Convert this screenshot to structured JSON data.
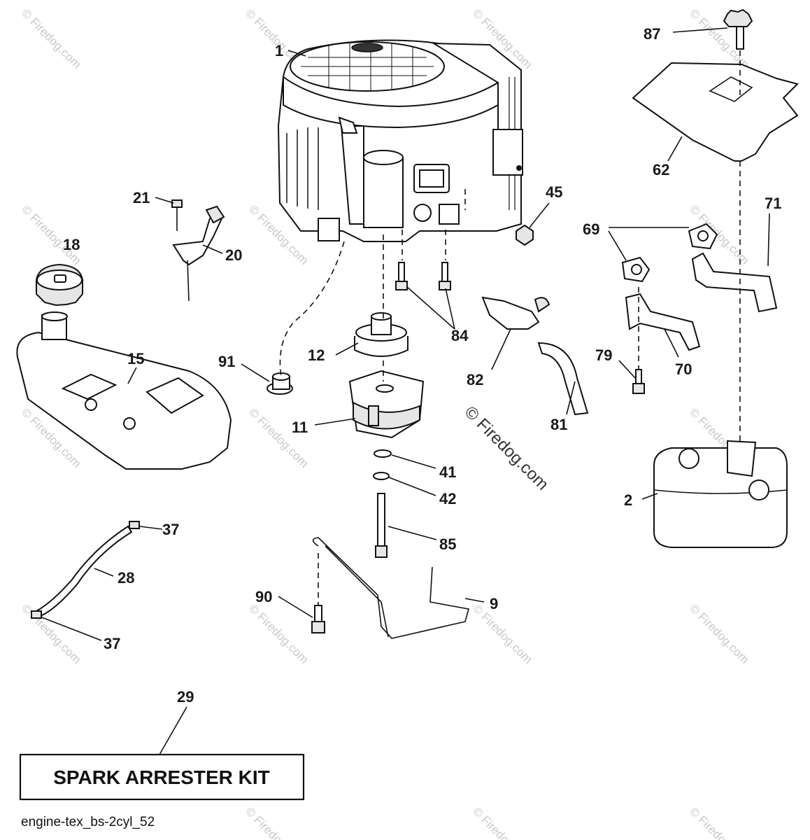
{
  "callouts": [
    {
      "id": "1",
      "label": "1"
    },
    {
      "id": "87",
      "label": "87"
    },
    {
      "id": "62",
      "label": "62"
    },
    {
      "id": "45",
      "label": "45"
    },
    {
      "id": "71",
      "label": "71"
    },
    {
      "id": "69",
      "label": "69"
    },
    {
      "id": "21",
      "label": "21"
    },
    {
      "id": "20",
      "label": "20"
    },
    {
      "id": "18",
      "label": "18"
    },
    {
      "id": "84",
      "label": "84"
    },
    {
      "id": "12",
      "label": "12"
    },
    {
      "id": "82",
      "label": "82"
    },
    {
      "id": "79",
      "label": "79"
    },
    {
      "id": "70",
      "label": "70"
    },
    {
      "id": "15",
      "label": "15"
    },
    {
      "id": "91",
      "label": "91"
    },
    {
      "id": "11",
      "label": "11"
    },
    {
      "id": "81",
      "label": "81"
    },
    {
      "id": "41",
      "label": "41"
    },
    {
      "id": "42",
      "label": "42"
    },
    {
      "id": "2",
      "label": "2"
    },
    {
      "id": "37a",
      "label": "37"
    },
    {
      "id": "85",
      "label": "85"
    },
    {
      "id": "28",
      "label": "28"
    },
    {
      "id": "90",
      "label": "90"
    },
    {
      "id": "9",
      "label": "9"
    },
    {
      "id": "37b",
      "label": "37"
    },
    {
      "id": "29",
      "label": "29"
    }
  ],
  "kit_label": "SPARK ARRESTER KIT",
  "diagram_caption": "engine-tex_bs-2cyl_52",
  "watermark": "© Firedog.com"
}
